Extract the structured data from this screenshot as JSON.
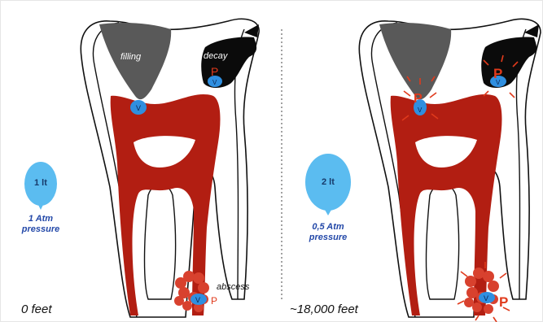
{
  "panels": [
    {
      "altitude": "0 feet",
      "balloon_volume": "1 lt",
      "pressure_line1": "1 Atm",
      "pressure_line2": "pressure",
      "filling_label": "filling",
      "decay_label": "decay",
      "abscess_label": "abscess",
      "pressure_symbol": "P",
      "volume_symbol": "V"
    },
    {
      "altitude": "~18,000 feet",
      "balloon_volume": "2 lt",
      "pressure_line1": "0,5 Atm",
      "pressure_line2": "pressure",
      "pressure_symbol": "P",
      "volume_symbol": "V"
    }
  ],
  "colors": {
    "pulp": "#b21e12",
    "filling": "#595959",
    "decay": "#0b0b0b",
    "balloon": "#5bbcf0",
    "gas_bubble": "#2f8fe0",
    "pressure_text": "#2348a8",
    "arrow": "#e03a1c"
  }
}
